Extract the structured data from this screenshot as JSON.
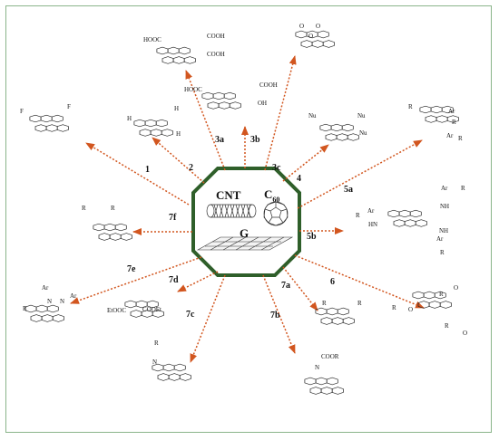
{
  "center": {
    "labels": {
      "cnt": "CNT",
      "c": "C",
      "c_sub": "60",
      "g": "G"
    }
  },
  "routes": [
    {
      "label": "1",
      "atoms": [
        "F",
        "F"
      ]
    },
    {
      "label": "2",
      "atoms": [
        "H",
        "H",
        "H"
      ]
    },
    {
      "label": "3a",
      "atoms": [
        "HOOC",
        "COOH",
        "COOH"
      ]
    },
    {
      "label": "3b",
      "atoms": [
        "HOOC",
        "COOH",
        "OH"
      ]
    },
    {
      "label": "3c",
      "atoms": [
        "O",
        "O",
        "O"
      ]
    },
    {
      "label": "4",
      "atoms": [
        "Nu",
        "Nu",
        "Nu"
      ]
    },
    {
      "label": "5a",
      "atoms": [
        "R",
        "Ar",
        "R",
        "Ar",
        "R"
      ]
    },
    {
      "label": "5b",
      "atoms": [
        "R",
        "Ar",
        "HN",
        "Ar",
        "R",
        "NH",
        "NH",
        "Ar",
        "R"
      ]
    },
    {
      "label": "6",
      "atoms": [
        "R",
        "O",
        "R",
        "O",
        "R",
        "O"
      ]
    },
    {
      "label": "7a",
      "atoms": [
        "R",
        "R"
      ]
    },
    {
      "label": "7b",
      "atoms": [
        "COOR",
        "N"
      ]
    },
    {
      "label": "7c",
      "atoms": [
        "R",
        "N"
      ]
    },
    {
      "label": "7d",
      "atoms": [
        "EtOOC",
        "COOEt"
      ]
    },
    {
      "label": "7e",
      "atoms": [
        "R",
        "Ar",
        "N",
        "N",
        "Ar"
      ]
    },
    {
      "label": "7f",
      "atoms": [
        "R",
        "R"
      ]
    }
  ],
  "colors": {
    "arrow": "#d2561f",
    "octagon": "#2f5f2a",
    "frame": "#8ab48a"
  }
}
